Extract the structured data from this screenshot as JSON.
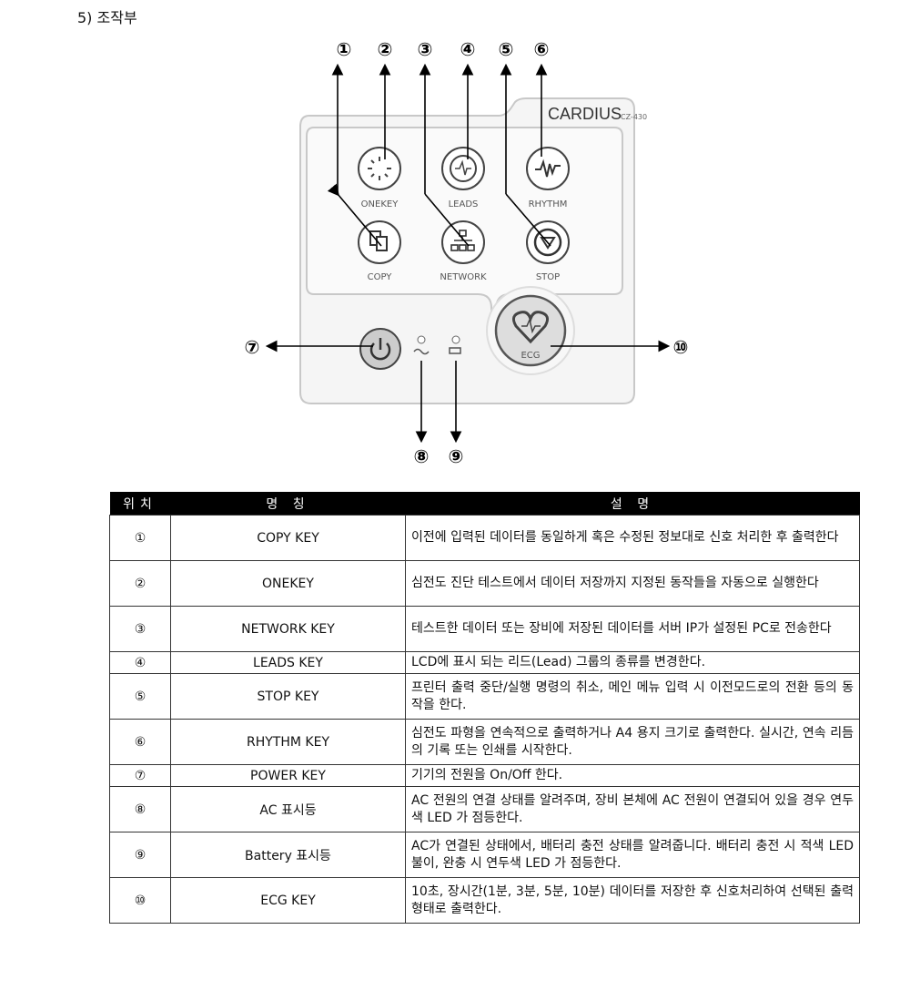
{
  "heading": "5) 조작부",
  "diagram": {
    "brand": "CARDIUS",
    "model": "CZ-430",
    "keys": {
      "onekey": "ONEKEY",
      "leads": "LEADS",
      "rhythm": "RHYTHM",
      "copy": "COPY",
      "network": "NETWORK",
      "stop": "STOP",
      "ecg": "ECG"
    },
    "callouts": [
      "①",
      "②",
      "③",
      "④",
      "⑤",
      "⑥",
      "⑦",
      "⑧",
      "⑨",
      "⑩"
    ]
  },
  "table": {
    "headers": [
      "위치",
      "명 칭",
      "설 명"
    ],
    "rows": [
      {
        "pos": "①",
        "name": "COPY KEY",
        "desc": "이전에 입력된 데이터를 동일하게 혹은 수정된 정보대로 신호 처리한 후 출력한다"
      },
      {
        "pos": "②",
        "name": "ONEKEY",
        "desc": "심전도 진단 테스트에서 데이터 저장까지 지정된 동작들을 자동으로  실행한다"
      },
      {
        "pos": "③",
        "name": "NETWORK KEY",
        "desc": "테스트한 데이터 또는 장비에 저장된 데이터를 서버 IP가 설정된 PC로 전송한다"
      },
      {
        "pos": "④",
        "name": "LEADS KEY",
        "desc": "LCD에 표시 되는  리드(Lead) 그룹의 종류를 변경한다."
      },
      {
        "pos": "⑤",
        "name": "STOP KEY",
        "desc": "프린터 출력 중단/실행  명령의 취소, 메인 메뉴 입력 시 이전모드로의 전환 등의 동작을 한다."
      },
      {
        "pos": "⑥",
        "name": "RHYTHM KEY",
        "desc": "심전도 파형을 연속적으로 출력하거나 A4 용지 크기로 출력한다. 실시간, 연속 리듬의 기록 또는 인쇄를 시작한다."
      },
      {
        "pos": "⑦",
        "name": "POWER KEY",
        "desc": "기기의 전원을 On/Off 한다."
      },
      {
        "pos": "⑧",
        "name": "AC 표시등",
        "desc": "AC 전원의 연결 상태를 알려주며, 장비 본체에 AC 전원이 연결되어 있을 경우 연두색 LED 가 점등한다."
      },
      {
        "pos": "⑨",
        "name": "Battery 표시등",
        "desc": "AC가 연결된 상태에서, 배터리 충전 상태를 알려줍니다. 배터리 충전 시 적색 LED 불이, 완충 시 연두색 LED 가 점등한다."
      },
      {
        "pos": "⑩",
        "name": "ECG KEY",
        "desc": "10초, 장시간(1분, 3분, 5분, 10분) 데이터를 저장한 후 신호처리하여 선택된 출력 형태로 출력한다."
      }
    ]
  }
}
